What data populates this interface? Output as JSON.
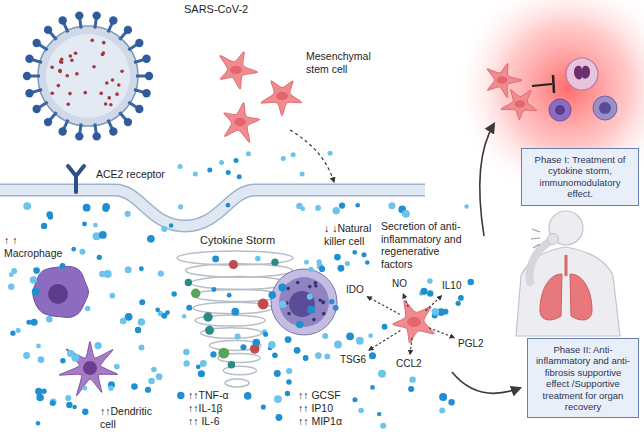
{
  "diagram": {
    "nodes": [
      {
        "text": [
          "Phase I: Treatment of cytokine storm, immunomodulatory effect."
        ]
      },
      {
        "text": [
          "Phase II: Anti-inflammatory and anti-fibrosis supportive effect /Supportive treatment for organ recovery"
        ]
      }
    ],
    "labels": [
      "SARS-CoV-2",
      "Mesenchymal stem cell",
      "ACE2 receptor",
      "↑ ↑ Macrophage",
      "Cytokine Storm",
      "↓ ↓Natural killer cell",
      "↑↑Dendritic cell",
      "↑↑TNF-α",
      "↑↑IL-1β",
      "↑↑ IL-6",
      "↑↑ GCSF",
      "↑↑ IP10",
      "↑↑ MIP1α",
      "Secretion of anti-inflammatory and regenerative factors",
      "IDO",
      "NO",
      "IL10",
      "PGL2",
      "CCL2",
      "TSG6"
    ]
  }
}
